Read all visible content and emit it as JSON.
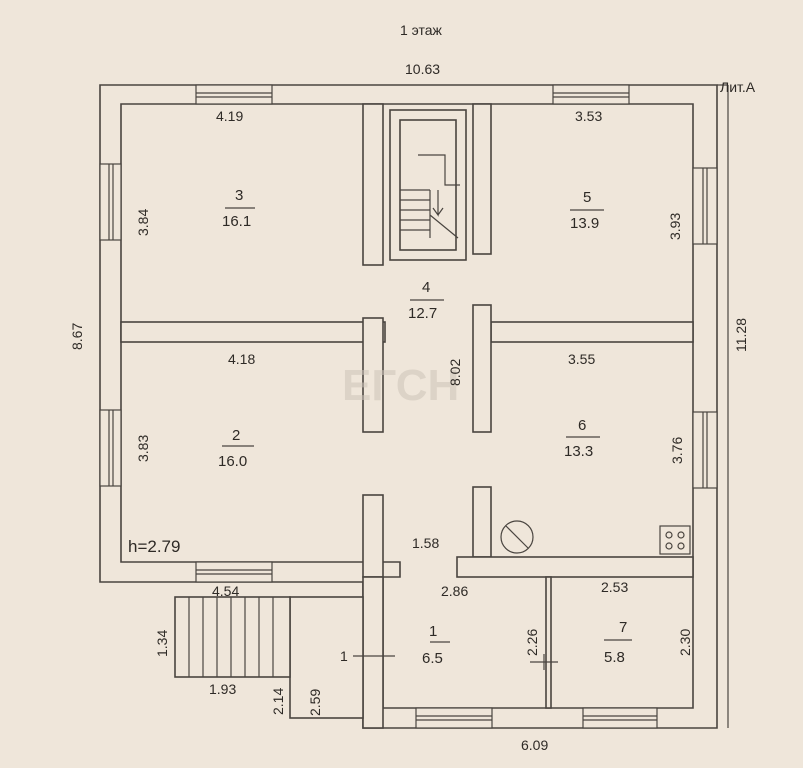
{
  "title": "1 этаж",
  "literal": "Лит.А",
  "watermark": "ЕГСН",
  "ceiling_height": "h=2.79",
  "rooms": [
    {
      "number": "1",
      "area": "6.5"
    },
    {
      "number": "2",
      "area": "16.0"
    },
    {
      "number": "3",
      "area": "16.1"
    },
    {
      "number": "4",
      "area": "12.7"
    },
    {
      "number": "5",
      "area": "13.9"
    },
    {
      "number": "6",
      "area": "13.3"
    },
    {
      "number": "7",
      "area": "5.8"
    }
  ],
  "dimensions": {
    "top_total": "10.63",
    "left_total": "8.67",
    "right_total": "11.28",
    "bottom_total": "6.09",
    "room3_width": "4.19",
    "room3_depth": "3.84",
    "room5_width": "3.53",
    "room5_depth": "3.93",
    "room2_width": "4.18",
    "room2_depth": "3.83",
    "room6_width": "3.55",
    "room6_depth": "3.76",
    "hall_length": "8.02",
    "hall_width": "1.58",
    "bottom_left": "4.54",
    "room1_width": "2.86",
    "room1_depth": "2.26",
    "room7_width": "2.53",
    "room7_depth": "2.30",
    "stairs_depth": "1.34",
    "stairs_width": "1.93",
    "porch_depth": "2.14",
    "entry_length": "2.59",
    "entry_label": "1"
  }
}
